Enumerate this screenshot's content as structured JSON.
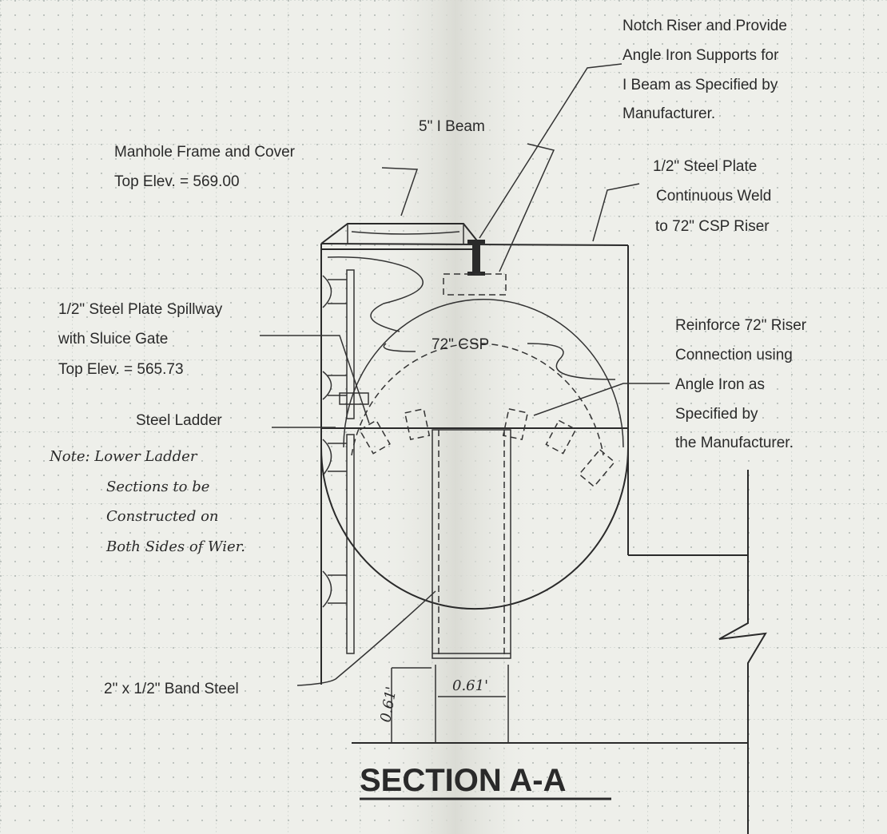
{
  "labels": {
    "notch_riser": [
      "Notch Riser and Provide",
      "Angle Iron Supports for",
      "I Beam as Specified by",
      "Manufacturer."
    ],
    "i_beam": "5\" I Beam",
    "manhole": [
      "Manhole Frame and Cover",
      "Top Elev. = 569.00"
    ],
    "steel_plate": [
      "1/2\" Steel Plate",
      "Continuous Weld",
      "to 72\" CSP Riser"
    ],
    "spillway": [
      "1/2\" Steel Plate Spillway",
      "with Sluice Gate",
      "Top Elev. = 565.73"
    ],
    "csp": "72\" CSP",
    "reinforce": [
      "Reinforce 72\" Riser",
      "Connection using",
      "Angle Iron as",
      "Specified by",
      "the Manufacturer."
    ],
    "steel_ladder": "Steel Ladder",
    "note": [
      "Note: Lower Ladder",
      "Sections to be",
      "Constructed on",
      "Both Sides of Wier."
    ],
    "band_steel": "2\" x 1/2\" Band Steel",
    "dim_horizontal": "0.61'",
    "dim_vertical": "0.61'",
    "section_title": "SECTION A-A"
  }
}
